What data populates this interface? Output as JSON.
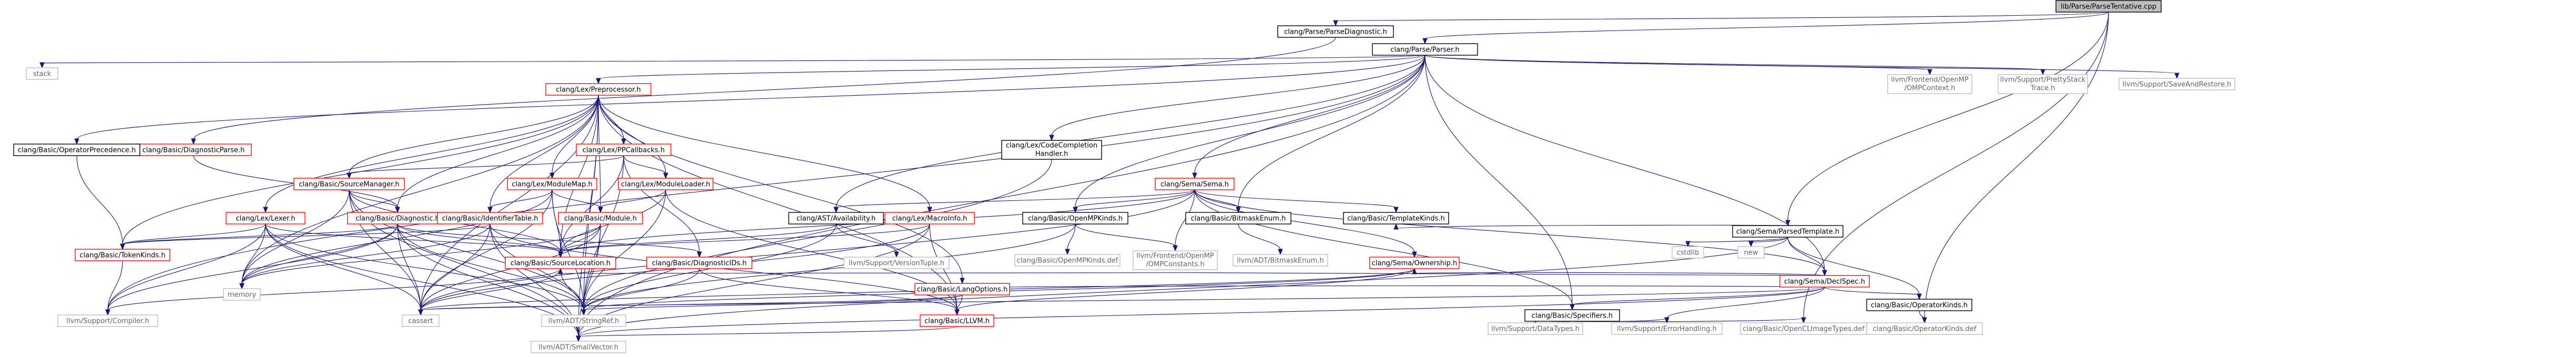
{
  "colors": {
    "edge": "#191970",
    "node_border": "#000000",
    "node_fill": "#ffffff",
    "root_fill": "#bfbfbf",
    "missing_border": "#bfbfbf",
    "missing_text": "#666666",
    "linked_text": "#000000",
    "red_border": "#ff0000"
  },
  "nodes": [
    {
      "id": "n0",
      "lines": [
        "lib/Parse/ParseTentative.cpp"
      ],
      "style": "root"
    },
    {
      "id": "n1",
      "lines": [
        "clang/Parse/ParseDiagnostic.h"
      ],
      "style": "normal"
    },
    {
      "id": "n2",
      "lines": [
        "clang/Parse/Parser.h"
      ],
      "style": "normal"
    },
    {
      "id": "n3",
      "lines": [
        "clang/Sema/ParsedTemplate.h"
      ],
      "style": "normal"
    },
    {
      "id": "n4",
      "lines": [
        "clang/Basic/DiagnosticParse.h"
      ],
      "style": "red"
    },
    {
      "id": "n5",
      "lines": [
        "stack"
      ],
      "style": "missing"
    },
    {
      "id": "n6",
      "lines": [
        "clang/Lex/Preprocessor.h"
      ],
      "style": "red"
    },
    {
      "id": "n7",
      "lines": [
        "llvm/Frontend/OpenMP",
        "/OMPContext.h"
      ],
      "style": "missing"
    },
    {
      "id": "n8",
      "lines": [
        "llvm/Support/PrettyStack",
        "Trace.h"
      ],
      "style": "missing"
    },
    {
      "id": "n9",
      "lines": [
        "llvm/Support/SaveAndRestore.h"
      ],
      "style": "missing"
    },
    {
      "id": "n10",
      "lines": [
        "clang/Basic/OperatorPrecedence.h"
      ],
      "style": "normal"
    },
    {
      "id": "n11",
      "lines": [
        "clang/Lex/PPCallbacks.h"
      ],
      "style": "red"
    },
    {
      "id": "n12",
      "lines": [
        "clang/Lex/CodeCompletion",
        "Handler.h"
      ],
      "style": "normal"
    },
    {
      "id": "n13",
      "lines": [
        "clang/Sema/Sema.h"
      ],
      "style": "red"
    },
    {
      "id": "n14",
      "lines": [
        "clang/Basic/SourceManager.h"
      ],
      "style": "red"
    },
    {
      "id": "n15",
      "lines": [
        "clang/Lex/ModuleMap.h"
      ],
      "style": "red"
    },
    {
      "id": "n16",
      "lines": [
        "clang/Lex/ModuleLoader.h"
      ],
      "style": "red"
    },
    {
      "id": "n17",
      "lines": [
        "clang/Lex/Lexer.h"
      ],
      "style": "red"
    },
    {
      "id": "n18",
      "lines": [
        "clang/Basic/Diagnostic.h"
      ],
      "style": "red"
    },
    {
      "id": "n19",
      "lines": [
        "clang/Basic/IdentifierTable.h"
      ],
      "style": "red"
    },
    {
      "id": "n20",
      "lines": [
        "clang/Basic/Module.h"
      ],
      "style": "red"
    },
    {
      "id": "n21",
      "lines": [
        "clang/AST/Availability.h"
      ],
      "style": "normal"
    },
    {
      "id": "n22",
      "lines": [
        "clang/Lex/MacroInfo.h"
      ],
      "style": "red"
    },
    {
      "id": "n23",
      "lines": [
        "clang/Basic/OpenMPKinds.h"
      ],
      "style": "normal"
    },
    {
      "id": "n24",
      "lines": [
        "clang/Basic/BitmaskEnum.h"
      ],
      "style": "normal"
    },
    {
      "id": "n25",
      "lines": [
        "clang/Basic/TemplateKinds.h"
      ],
      "style": "normal"
    },
    {
      "id": "n26",
      "lines": [
        "clang/Sema/DeclSpec.h"
      ],
      "style": "red"
    },
    {
      "id": "n27",
      "lines": [
        "cstdlib"
      ],
      "style": "missing"
    },
    {
      "id": "n28",
      "lines": [
        "new"
      ],
      "style": "missing"
    },
    {
      "id": "n29",
      "lines": [
        "clang/Basic/TokenKinds.h"
      ],
      "style": "red"
    },
    {
      "id": "n30",
      "lines": [
        "memory"
      ],
      "style": "missing"
    },
    {
      "id": "n31",
      "lines": [
        "clang/Basic/SourceLocation.h"
      ],
      "style": "red"
    },
    {
      "id": "n32",
      "lines": [
        "clang/Basic/DiagnosticIDs.h"
      ],
      "style": "red"
    },
    {
      "id": "n33",
      "lines": [
        "llvm/Support/VersionTuple.h"
      ],
      "style": "missing"
    },
    {
      "id": "n34",
      "lines": [
        "clang/Basic/LangOptions.h"
      ],
      "style": "red"
    },
    {
      "id": "n35",
      "lines": [
        "clang/Basic/OpenMPKinds.def"
      ],
      "style": "missing"
    },
    {
      "id": "n36",
      "lines": [
        "llvm/Frontend/OpenMP",
        "/OMPConstants.h"
      ],
      "style": "missing"
    },
    {
      "id": "n37",
      "lines": [
        "llvm/ADT/BitmaskEnum.h"
      ],
      "style": "missing"
    },
    {
      "id": "n38",
      "lines": [
        "clang/Sema/Ownership.h"
      ],
      "style": "red"
    },
    {
      "id": "n39",
      "lines": [
        "clang/Basic/Specifiers.h"
      ],
      "style": "normal"
    },
    {
      "id": "n40",
      "lines": [
        "clang/Basic/OperatorKinds.h"
      ],
      "style": "normal"
    },
    {
      "id": "n41",
      "lines": [
        "llvm/Support/Compiler.h"
      ],
      "style": "missing"
    },
    {
      "id": "n42",
      "lines": [
        "cassert"
      ],
      "style": "missing"
    },
    {
      "id": "n43",
      "lines": [
        "llvm/ADT/StringRef.h"
      ],
      "style": "missing"
    },
    {
      "id": "n44",
      "lines": [
        "clang/Basic/LLVM.h"
      ],
      "style": "red"
    },
    {
      "id": "n45",
      "lines": [
        "llvm/Support/DataTypes.h"
      ],
      "style": "missing"
    },
    {
      "id": "n46",
      "lines": [
        "llvm/Support/ErrorHandling.h"
      ],
      "style": "missing"
    },
    {
      "id": "n47",
      "lines": [
        "clang/Basic/OpenCLImageTypes.def"
      ],
      "style": "missing"
    },
    {
      "id": "n48",
      "lines": [
        "clang/Basic/OperatorKinds.def"
      ],
      "style": "missing"
    },
    {
      "id": "n49",
      "lines": [
        "llvm/ADT/SmallVector.h"
      ],
      "style": "missing"
    }
  ],
  "edges": [
    [
      "n0",
      "n1"
    ],
    [
      "n0",
      "n2"
    ],
    [
      "n0",
      "n3"
    ],
    [
      "n0",
      "n47"
    ],
    [
      "n0",
      "n48"
    ],
    [
      "n1",
      "n4"
    ],
    [
      "n2",
      "n5"
    ],
    [
      "n2",
      "n6"
    ],
    [
      "n2",
      "n7"
    ],
    [
      "n2",
      "n8"
    ],
    [
      "n2",
      "n9"
    ],
    [
      "n2",
      "n10"
    ],
    [
      "n2",
      "n12"
    ],
    [
      "n2",
      "n13"
    ],
    [
      "n2",
      "n21"
    ],
    [
      "n2",
      "n23"
    ],
    [
      "n2",
      "n24"
    ],
    [
      "n2",
      "n26"
    ],
    [
      "n2",
      "n39"
    ],
    [
      "n2",
      "n41"
    ],
    [
      "n2",
      "n49"
    ],
    [
      "n3",
      "n25"
    ],
    [
      "n3",
      "n26"
    ],
    [
      "n3",
      "n27"
    ],
    [
      "n3",
      "n28"
    ],
    [
      "n3",
      "n40"
    ],
    [
      "n3",
      "n49"
    ],
    [
      "n4",
      "n18"
    ],
    [
      "n6",
      "n11"
    ],
    [
      "n6",
      "n14"
    ],
    [
      "n6",
      "n15"
    ],
    [
      "n6",
      "n16"
    ],
    [
      "n6",
      "n17"
    ],
    [
      "n6",
      "n18"
    ],
    [
      "n6",
      "n19"
    ],
    [
      "n6",
      "n20"
    ],
    [
      "n6",
      "n22"
    ],
    [
      "n6",
      "n29"
    ],
    [
      "n6",
      "n30"
    ],
    [
      "n6",
      "n31"
    ],
    [
      "n6",
      "n34"
    ],
    [
      "n6",
      "n42"
    ],
    [
      "n6",
      "n43"
    ],
    [
      "n6",
      "n44"
    ],
    [
      "n6",
      "n49"
    ],
    [
      "n10",
      "n29"
    ],
    [
      "n11",
      "n14"
    ],
    [
      "n11",
      "n16"
    ],
    [
      "n11",
      "n31"
    ],
    [
      "n11",
      "n32"
    ],
    [
      "n11",
      "n43"
    ],
    [
      "n12",
      "n43"
    ],
    [
      "n13",
      "n21"
    ],
    [
      "n13",
      "n23"
    ],
    [
      "n13",
      "n24"
    ],
    [
      "n13",
      "n25"
    ],
    [
      "n13",
      "n26"
    ],
    [
      "n13",
      "n31"
    ],
    [
      "n13",
      "n36"
    ],
    [
      "n13",
      "n38"
    ],
    [
      "n13",
      "n39"
    ],
    [
      "n13",
      "n42"
    ],
    [
      "n14",
      "n18"
    ],
    [
      "n14",
      "n30"
    ],
    [
      "n14",
      "n31"
    ],
    [
      "n14",
      "n42"
    ],
    [
      "n14",
      "n43"
    ],
    [
      "n14",
      "n49"
    ],
    [
      "n15",
      "n20"
    ],
    [
      "n15",
      "n30"
    ],
    [
      "n15",
      "n31"
    ],
    [
      "n15",
      "n42"
    ],
    [
      "n15",
      "n43"
    ],
    [
      "n15",
      "n19"
    ],
    [
      "n16",
      "n20"
    ],
    [
      "n16",
      "n31"
    ],
    [
      "n16",
      "n43"
    ],
    [
      "n16",
      "n44"
    ],
    [
      "n17",
      "n29"
    ],
    [
      "n17",
      "n30"
    ],
    [
      "n17",
      "n31"
    ],
    [
      "n17",
      "n41"
    ],
    [
      "n17",
      "n42"
    ],
    [
      "n17",
      "n43"
    ],
    [
      "n17",
      "n49"
    ],
    [
      "n18",
      "n29"
    ],
    [
      "n18",
      "n30"
    ],
    [
      "n18",
      "n31"
    ],
    [
      "n18",
      "n32"
    ],
    [
      "n18",
      "n41"
    ],
    [
      "n18",
      "n42"
    ],
    [
      "n18",
      "n43"
    ],
    [
      "n18",
      "n49"
    ],
    [
      "n19",
      "n29"
    ],
    [
      "n19",
      "n30"
    ],
    [
      "n19",
      "n42"
    ],
    [
      "n19",
      "n43"
    ],
    [
      "n19",
      "n44"
    ],
    [
      "n19",
      "n49"
    ],
    [
      "n20",
      "n30"
    ],
    [
      "n20",
      "n31"
    ],
    [
      "n20",
      "n42"
    ],
    [
      "n20",
      "n43"
    ],
    [
      "n20",
      "n49"
    ],
    [
      "n21",
      "n33"
    ],
    [
      "n21",
      "n43"
    ],
    [
      "n21",
      "n31"
    ],
    [
      "n22",
      "n31"
    ],
    [
      "n22",
      "n42"
    ],
    [
      "n22",
      "n44"
    ],
    [
      "n22",
      "n49"
    ],
    [
      "n23",
      "n35"
    ],
    [
      "n23",
      "n36"
    ],
    [
      "n23",
      "n43"
    ],
    [
      "n24",
      "n37"
    ],
    [
      "n26",
      "n31"
    ],
    [
      "n26",
      "n34"
    ],
    [
      "n26",
      "n38"
    ],
    [
      "n26",
      "n39"
    ],
    [
      "n26",
      "n40"
    ],
    [
      "n26",
      "n42"
    ],
    [
      "n26",
      "n46"
    ],
    [
      "n26",
      "n49"
    ],
    [
      "n29",
      "n41"
    ],
    [
      "n31",
      "n41"
    ],
    [
      "n31",
      "n42"
    ],
    [
      "n31",
      "n43"
    ],
    [
      "n32",
      "n43"
    ],
    [
      "n32",
      "n44"
    ],
    [
      "n34",
      "n42"
    ],
    [
      "n34",
      "n43"
    ],
    [
      "n34",
      "n44"
    ],
    [
      "n38",
      "n42"
    ],
    [
      "n38",
      "n43"
    ],
    [
      "n38",
      "n44"
    ],
    [
      "n39",
      "n45"
    ],
    [
      "n39",
      "n46"
    ],
    [
      "n39",
      "n47"
    ],
    [
      "n40",
      "n48"
    ],
    [
      "n44",
      "n49"
    ]
  ]
}
